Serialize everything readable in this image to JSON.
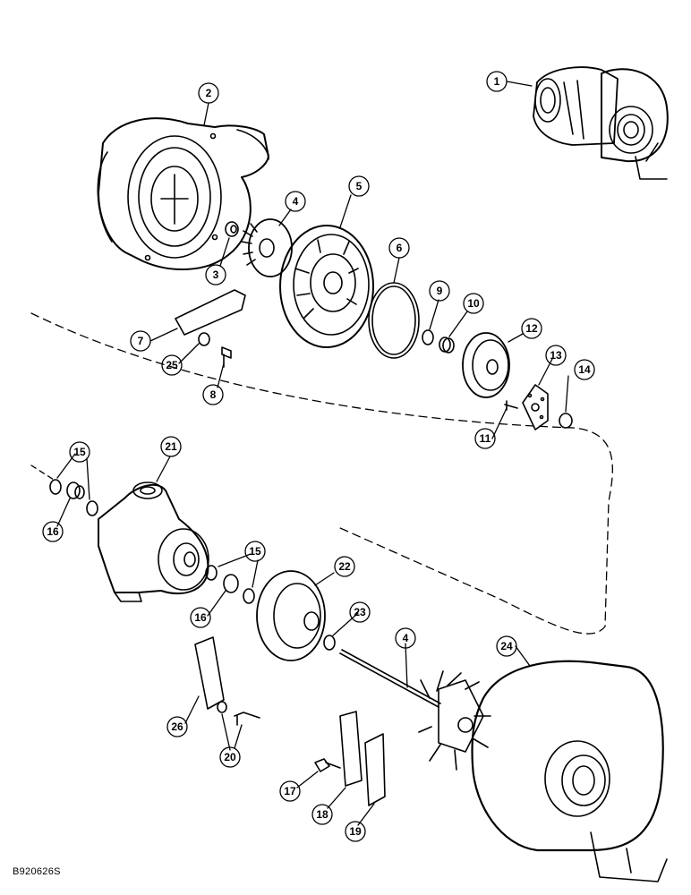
{
  "figure_id": "B920626S",
  "colors": {
    "line": "#000000",
    "background": "#ffffff"
  },
  "callouts": [
    "1",
    "2",
    "3",
    "4",
    "5",
    "6",
    "7",
    "8",
    "9",
    "10",
    "11",
    "12",
    "13",
    "14",
    "15",
    "15",
    "16",
    "16",
    "17",
    "18",
    "19",
    "20",
    "21",
    "22",
    "23",
    "4",
    "24",
    "25",
    "26"
  ]
}
